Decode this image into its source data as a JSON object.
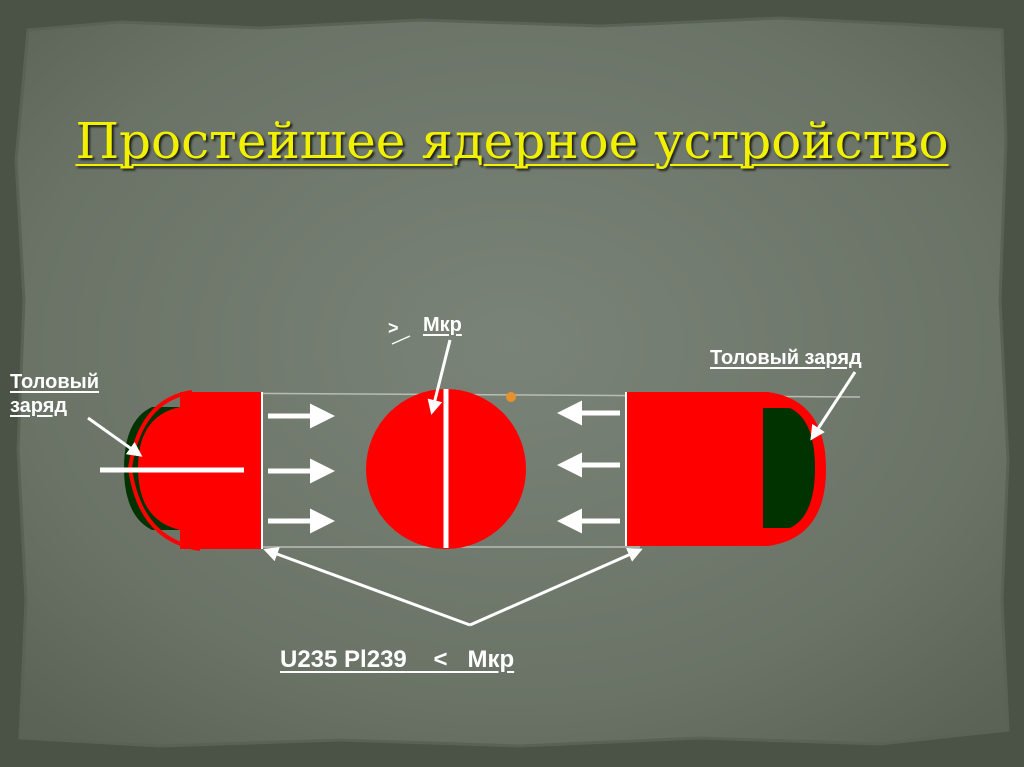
{
  "slide": {
    "title": "Простейшее ядерное устройство"
  },
  "labels": {
    "left_charge_line1": "Толовый",
    "left_charge_line2": "заряд",
    "right_charge": "Толовый заряд",
    "top_symbol": ">",
    "top_mass": "Мкр",
    "bottom_materials": "U235  Pl239",
    "bottom_symbol": "<",
    "bottom_mass": "Мкр"
  },
  "colors": {
    "title": "#f2f200",
    "block_red": "#ff0000",
    "charge_dark": "#003300",
    "arrows": "#ffffff",
    "background": "#6d7669",
    "small_dot": "#e8902c"
  }
}
